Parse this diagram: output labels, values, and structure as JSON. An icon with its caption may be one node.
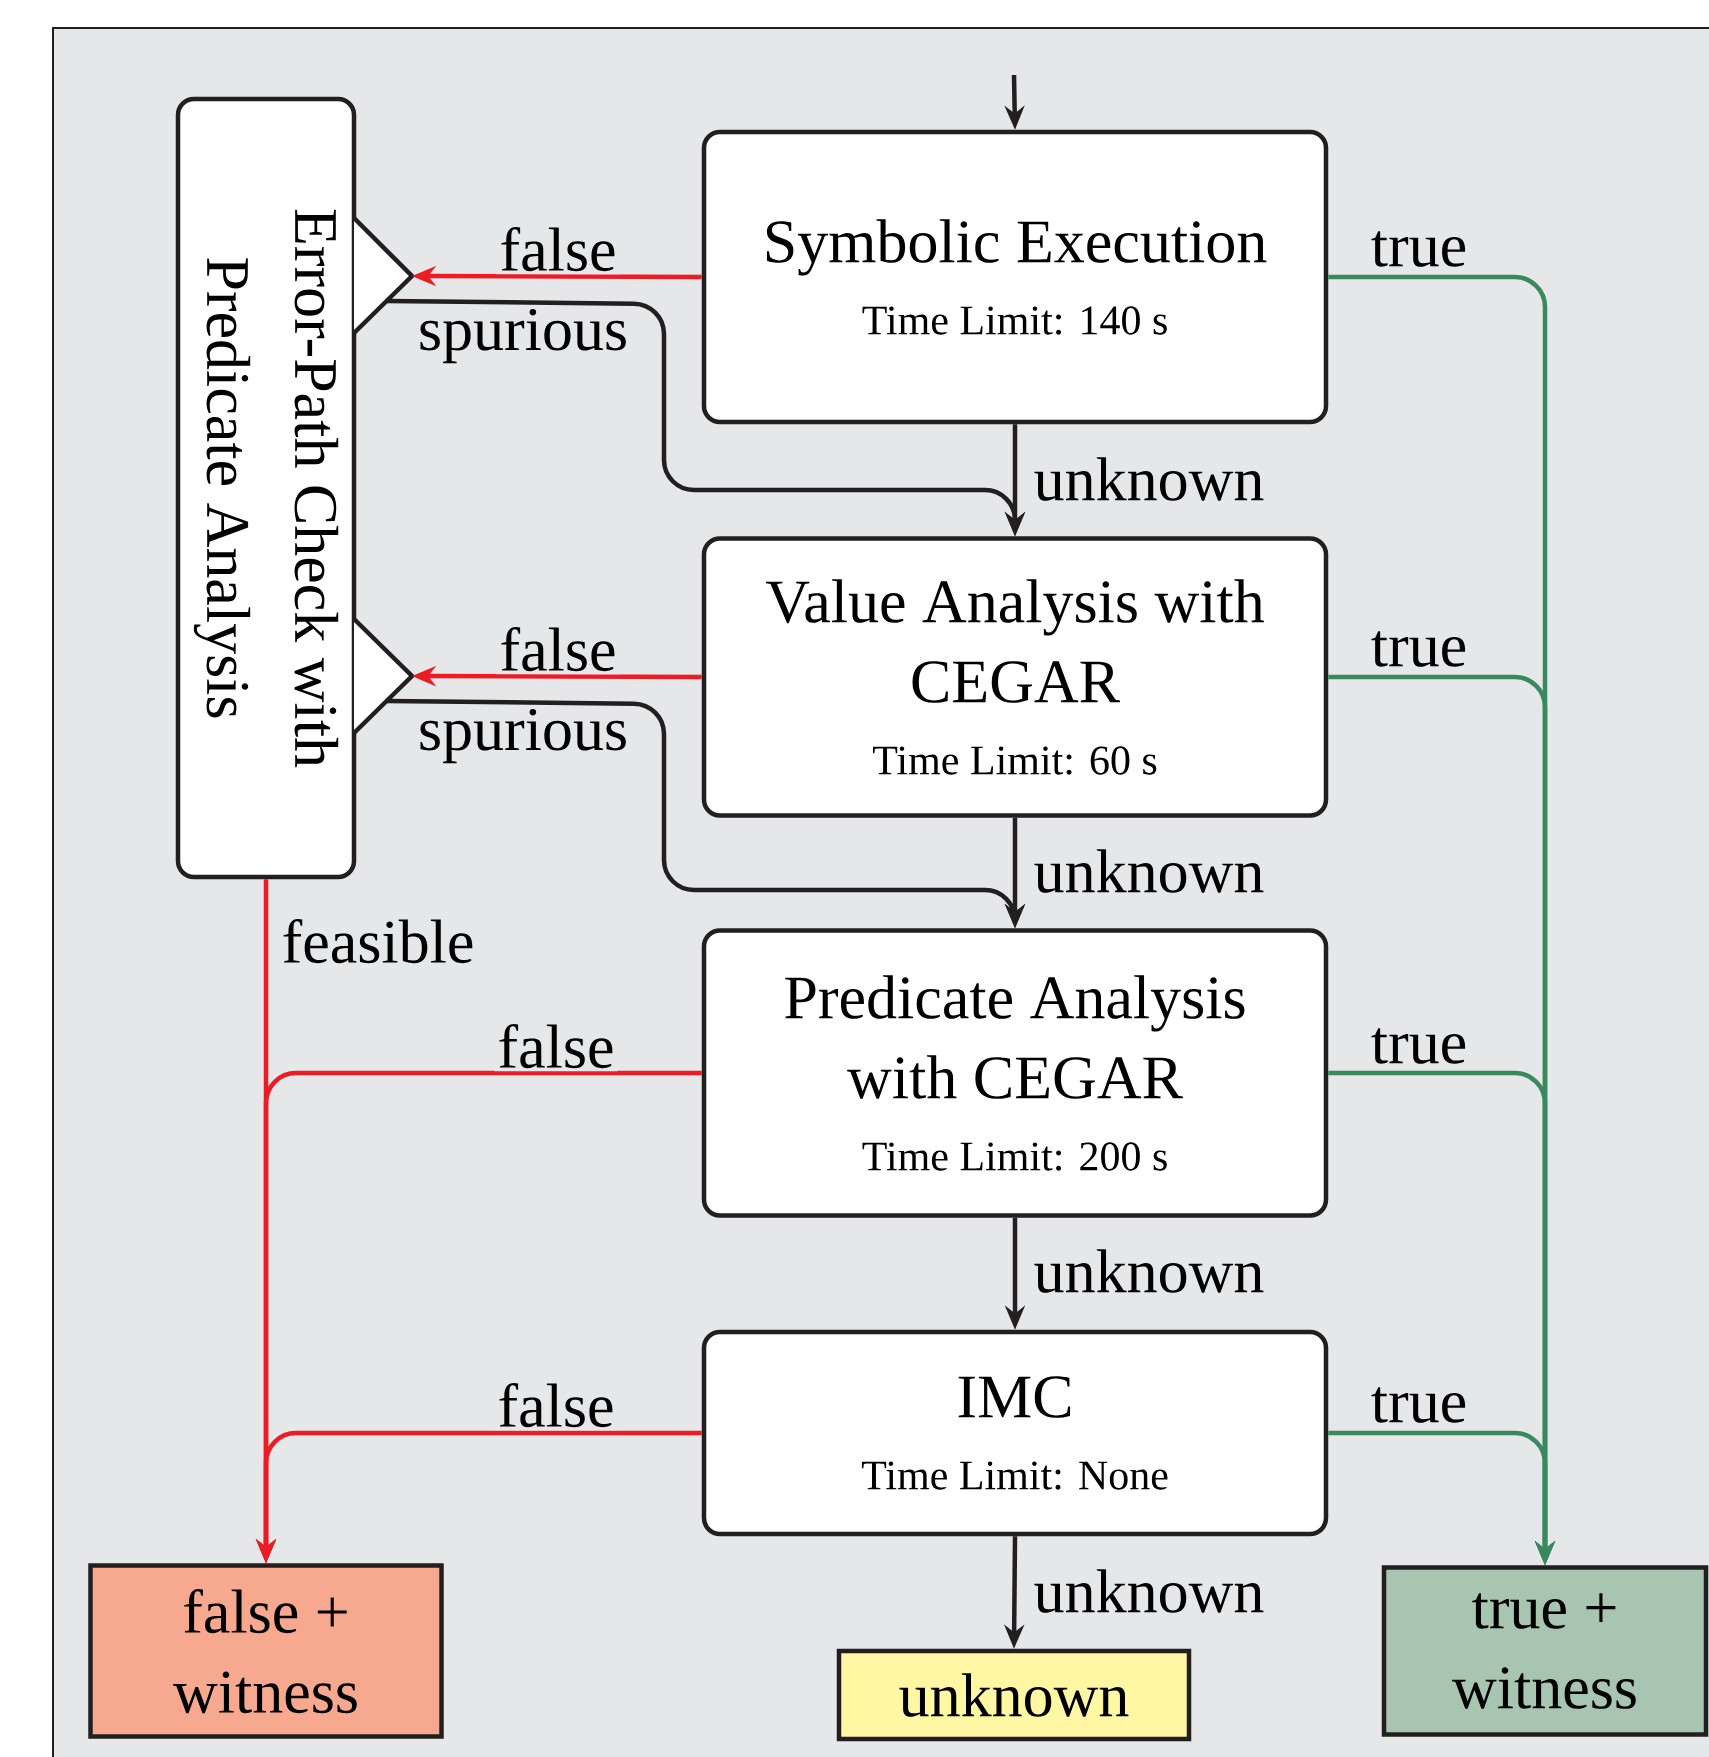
{
  "diagram": {
    "nodes": [
      {
        "text": [
          "Symbolic Execution",
          "Time Limit: 140 s"
        ]
      },
      {
        "text": [
          "Value Analysis with CEGAR",
          "Time Limit: 60 s"
        ]
      },
      {
        "text": [
          "Predicate Analysis with CEGAR",
          "Time Limit: 200 s"
        ]
      },
      {
        "text": [
          "IMC",
          "Time Limit: None"
        ]
      },
      {
        "text": [
          "Error-Path Check with Predicate Analysis"
        ]
      },
      {
        "text": [
          "false + witness"
        ]
      },
      {
        "text": [
          "unknown"
        ]
      },
      {
        "text": [
          "true + witness"
        ]
      }
    ],
    "edges": [
      {
        "from": null,
        "to": 0,
        "arrow": "to"
      },
      {
        "from": 0,
        "to": 4,
        "arrow": "to",
        "label": "false",
        "color": "#ed1c24"
      },
      {
        "from": 4,
        "to": 1,
        "arrow": "to",
        "label": "spurious"
      },
      {
        "from": 0,
        "to": 1,
        "arrow": "to",
        "label": "unknown"
      },
      {
        "from": 0,
        "to": 7,
        "arrow": "to",
        "label": "true",
        "color": "#388a5e"
      },
      {
        "from": 1,
        "to": 4,
        "arrow": "to",
        "label": "false",
        "color": "#ed1c24"
      },
      {
        "from": 4,
        "to": 2,
        "arrow": "to",
        "label": "spurious"
      },
      {
        "from": 1,
        "to": 2,
        "arrow": "to",
        "label": "unknown"
      },
      {
        "from": 1,
        "to": 7,
        "arrow": "to",
        "label": "true",
        "color": "#388a5e"
      },
      {
        "from": 4,
        "to": 5,
        "arrow": "to",
        "label": "feasible",
        "color": "#ed1c24"
      },
      {
        "from": 2,
        "to": 5,
        "arrow": "to",
        "label": "false",
        "color": "#ed1c24"
      },
      {
        "from": 2,
        "to": 7,
        "arrow": "to",
        "label": "true",
        "color": "#388a5e"
      },
      {
        "from": 2,
        "to": 3,
        "arrow": "to",
        "label": "unknown"
      },
      {
        "from": 3,
        "to": 5,
        "arrow": "to",
        "label": "false",
        "color": "#ed1c24"
      },
      {
        "from": 3,
        "to": 7,
        "arrow": "to",
        "label": "true",
        "color": "#388a5e"
      },
      {
        "from": 3,
        "to": 6,
        "arrow": "to",
        "label": "unknown"
      }
    ]
  }
}
